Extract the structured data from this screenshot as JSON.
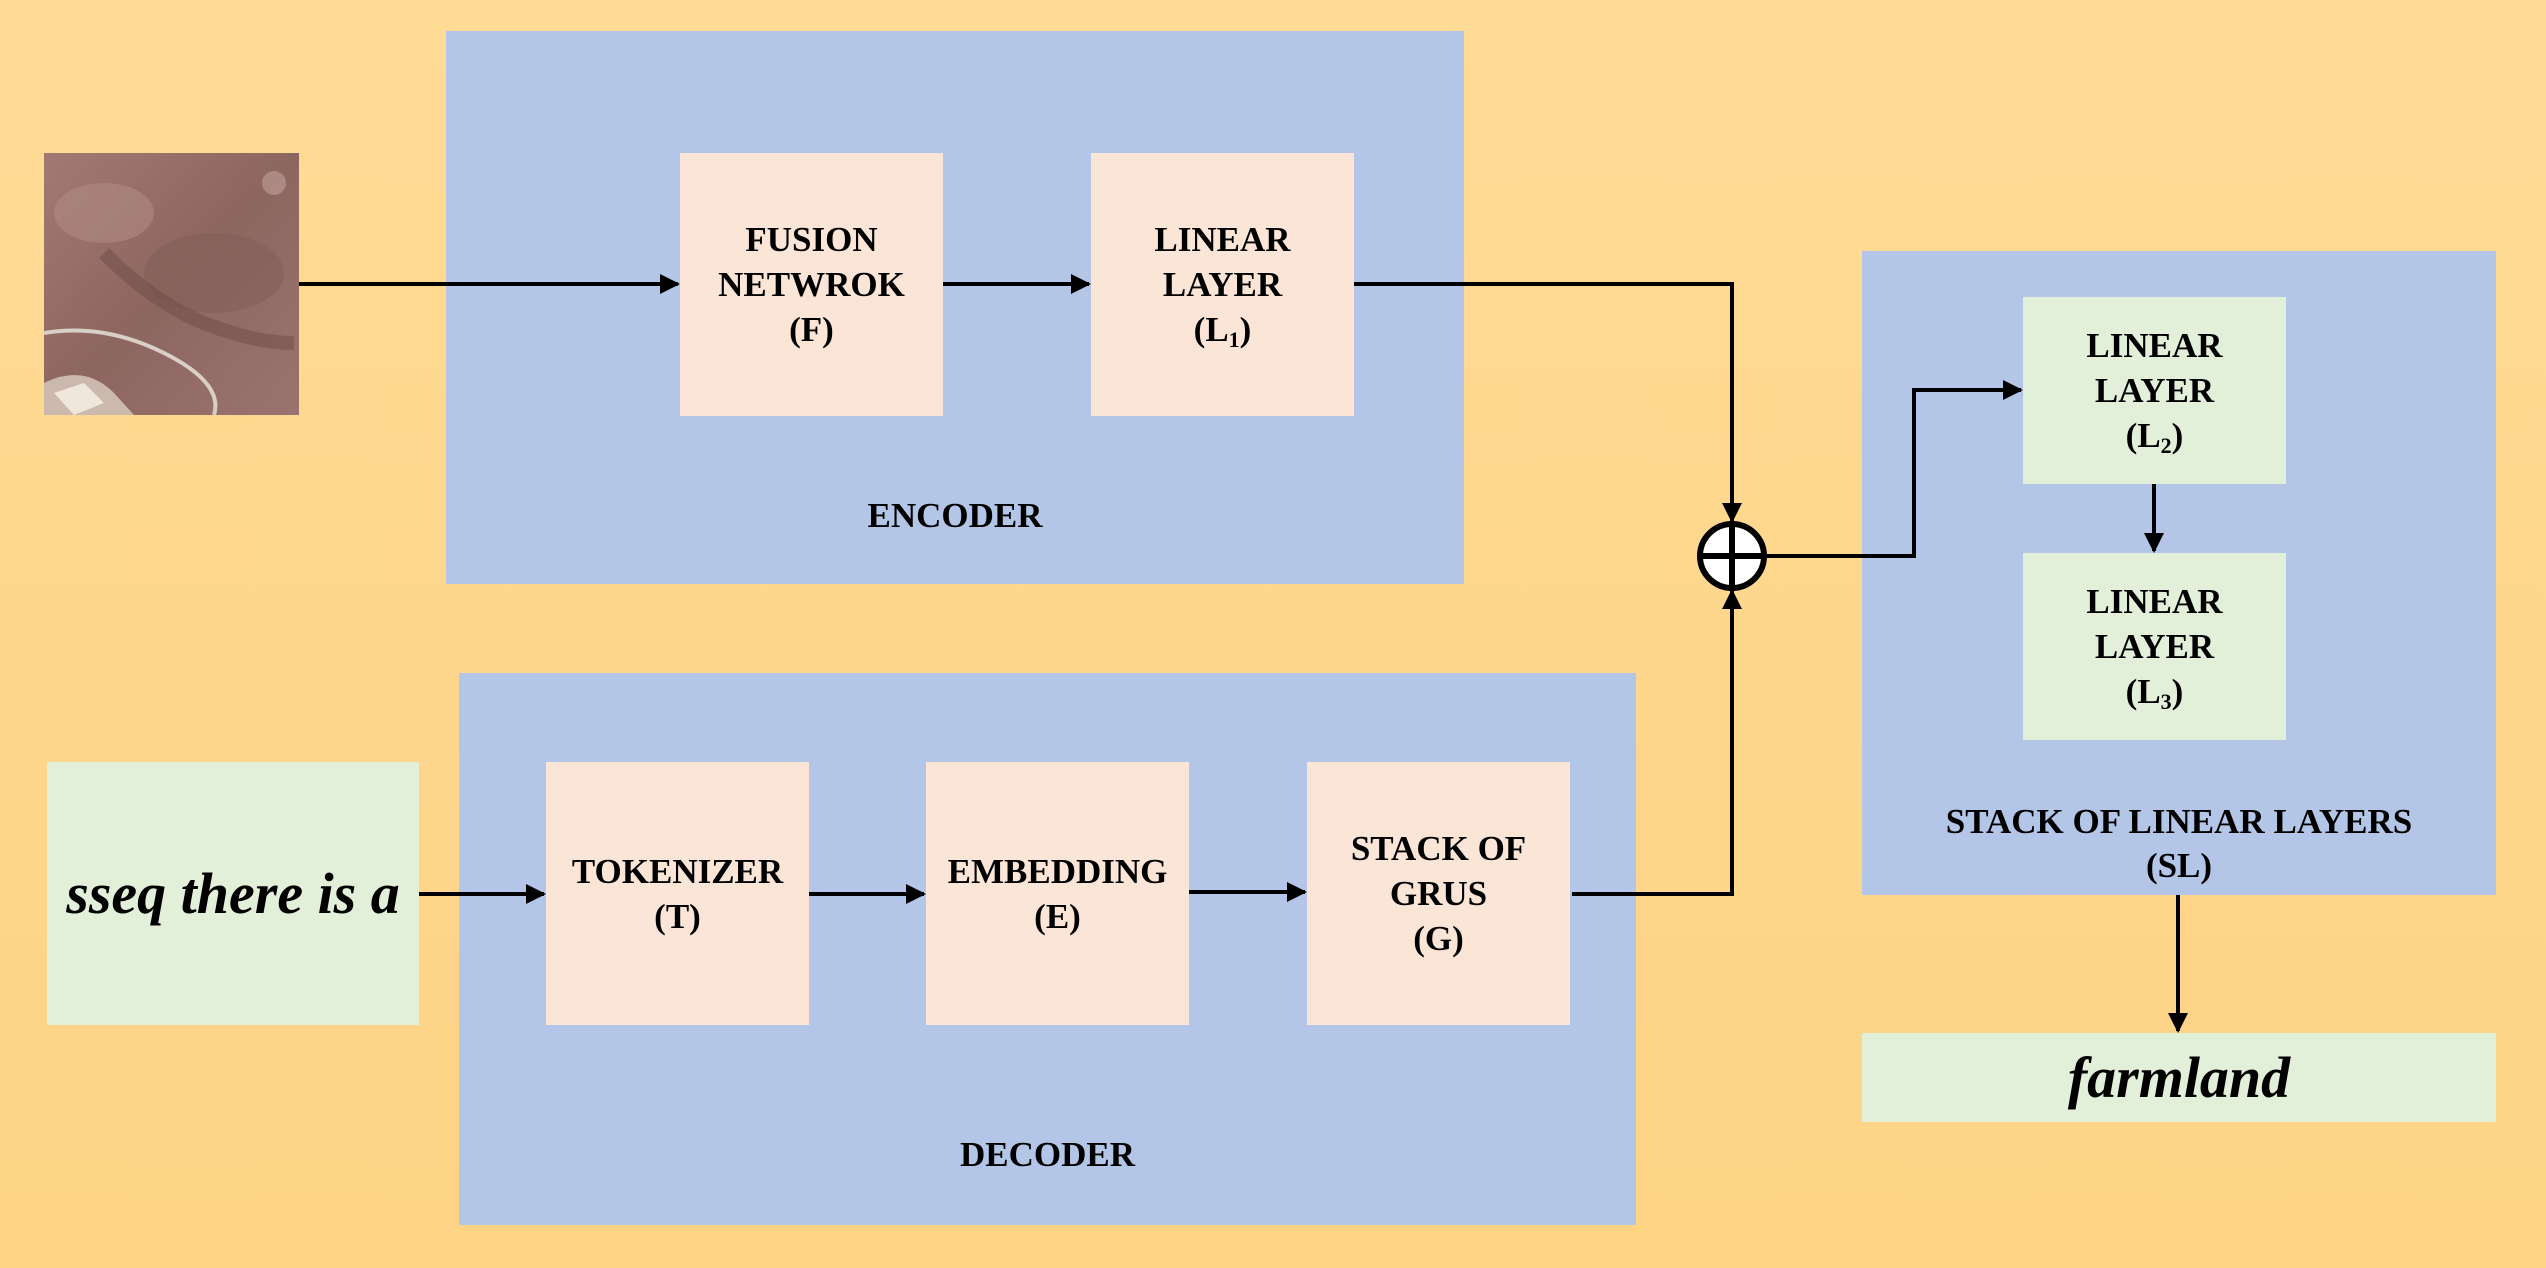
{
  "encoder": {
    "label": "ENCODER",
    "fusion": {
      "line1": "FUSION",
      "line2": "NETWROK",
      "line3": "(F)"
    },
    "linear1": {
      "line1": "LINEAR",
      "line2": "LAYER",
      "sym": "(L",
      "sub": "1",
      "close": ")"
    }
  },
  "decoder": {
    "label": "DECODER",
    "tokenizer": {
      "line1": "TOKENIZER",
      "line2": "(T)"
    },
    "embedding": {
      "line1": "EMBEDDING",
      "line2": "(E)"
    },
    "grus": {
      "line1": "STACK OF",
      "line2": "GRUS",
      "line3": "(G)"
    }
  },
  "stack": {
    "label_line1": "STACK OF LINEAR LAYERS",
    "label_line2": "(SL)",
    "linear2": {
      "line1": "LINEAR",
      "line2": "LAYER",
      "sym": "(L",
      "sub": "2",
      "close": ")"
    },
    "linear3": {
      "line1": "LINEAR",
      "line2": "LAYER",
      "sym": "(L",
      "sub": "3",
      "close": ")"
    }
  },
  "input_text": "sseq there is a",
  "output_text": "farmland",
  "colors": {
    "background": "#ffd98f",
    "group_fill": "#b3c6e7",
    "block_fill": "#fbe5d6",
    "io_fill": "#e2efd9",
    "line": "#000000"
  }
}
